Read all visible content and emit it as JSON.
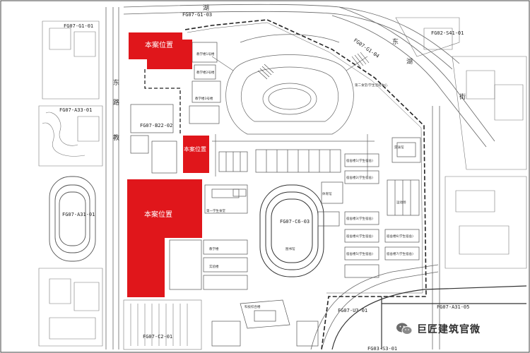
{
  "parcels": {
    "g1_01": "FG07-G1-01",
    "g1_03": "FG07-G1-03",
    "g1_04": "FG07-G1-04",
    "s41_01": "FG02-S41-01",
    "a33_01": "FG07-A33-01",
    "b22_02": "FG07-B22-02",
    "a31_01": "FG07-A31-01",
    "c6_03": "FG07-C6-03",
    "u3_01": "FG07-U3-01",
    "a31_05": "FG07-A31-05",
    "c2_01": "FG07-C2-01",
    "s3_01": "FG03-S3-01"
  },
  "site_labels": {
    "north": "本案位置",
    "middle": "本案位置",
    "south": "本案位置"
  },
  "road_chars": {
    "top": "湖",
    "left_1": "东",
    "left_2": "路",
    "left_3": "教",
    "right_1": "东",
    "right_2": "湖",
    "right_3": "街"
  },
  "building_labels": {
    "a": "教学楼1号楼",
    "b": "教学楼2号楼",
    "c": "教学楼3号楼",
    "d": "第二食堂/学生活动中心",
    "e": "图书馆",
    "f": "宿舍楼1(学生宿舍)",
    "g": "宿舍楼2(学生宿舍)",
    "h": "宿舍楼3(学生宿舍)",
    "i": "宿舍楼4(学生宿舍)",
    "j": "宿舍楼5(学生宿舍)",
    "k": "宿舍楼6(学生宿舍)",
    "l": "宿舍楼7(学生宿舍)",
    "m": "第一学生食堂",
    "n": "体育馆",
    "o": "游泳馆",
    "p": "运动场",
    "q": "科技综合楼",
    "r": "教学楼",
    "s": "实验楼"
  },
  "watermark": {
    "text": "巨匠建筑官微",
    "icon": "wechat-icon"
  },
  "colors": {
    "site_fill": "#e0161b",
    "line": "#555555",
    "boundary": "#222222"
  }
}
